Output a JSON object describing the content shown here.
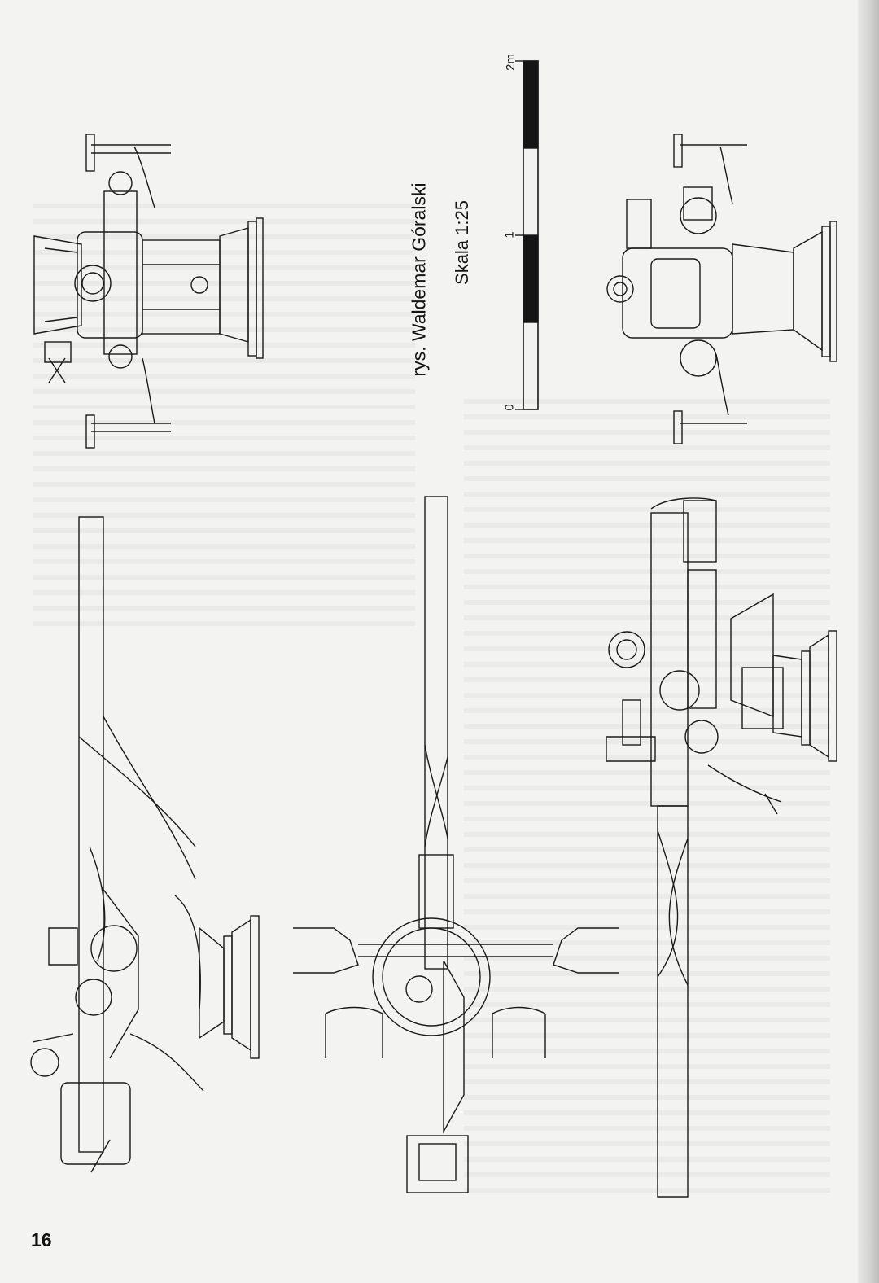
{
  "credit": "rys. Waldemar Góralski",
  "scale": {
    "label": "Skala 1:25",
    "ticks": [
      "0",
      "1",
      "2m"
    ],
    "segments": 4
  },
  "page_number": "16",
  "colors": {
    "ink": "#151515",
    "paper": "#f3f3f1"
  }
}
